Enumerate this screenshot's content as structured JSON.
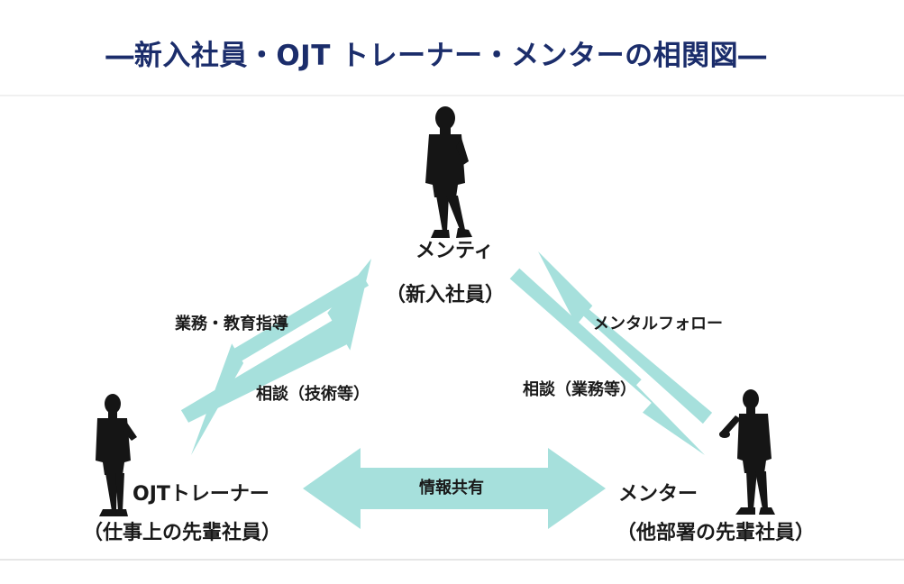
{
  "title": "―新入社員・OJT トレーナー・メンターの相関図―",
  "roles": {
    "mentee": {
      "name": "メンティ",
      "sub": "（新入社員）"
    },
    "trainer": {
      "name": "OJTトレーナー",
      "sub": "（仕事上の先輩社員）"
    },
    "mentor": {
      "name": "メンター",
      "sub": "（他部署の先輩社員）"
    }
  },
  "edges": {
    "trainer_to_mentee": "業務・教育指導",
    "mentee_to_trainer": "相談（技術等）",
    "mentor_to_mentee": "メンタルフォロー",
    "mentee_to_mentor": "相談（業務等）",
    "trainer_mentor": "情報共有"
  },
  "colors": {
    "title": "#1b2d6b",
    "arrow": "#a6e0dc",
    "figure": "#151515",
    "text": "#1a1a1a"
  }
}
